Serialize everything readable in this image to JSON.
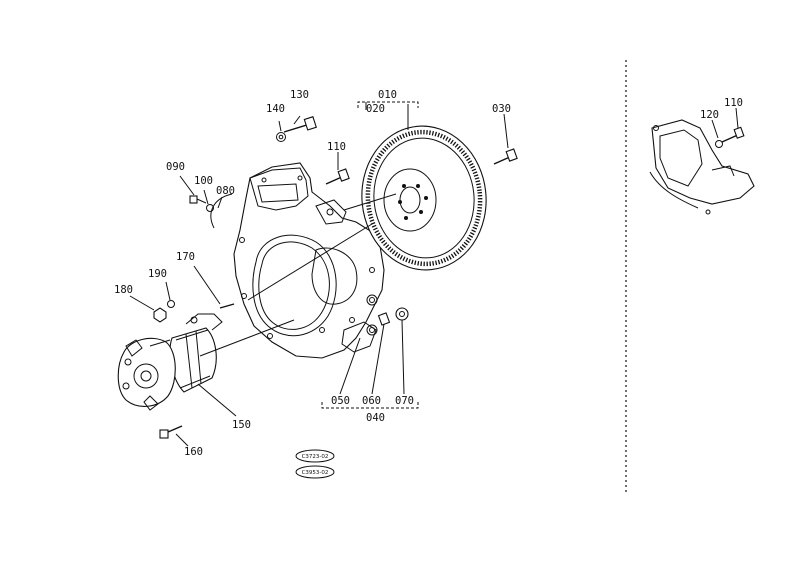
{
  "diagram": {
    "parts": {
      "p010": "010",
      "p020": "020",
      "p030": "030",
      "p040": "040",
      "p050": "050",
      "p060": "060",
      "p070": "070",
      "p080": "080",
      "p090": "090",
      "p100": "100",
      "p110": "110",
      "p120": "120",
      "p130": "130",
      "p140": "140",
      "p150": "150",
      "p160": "160",
      "p170": "170",
      "p180": "180",
      "p190": "190"
    },
    "detail": {
      "p110": "110",
      "p120": "120"
    },
    "refs": {
      "ref1": "C3723-02",
      "ref2": "C3953-02"
    }
  }
}
